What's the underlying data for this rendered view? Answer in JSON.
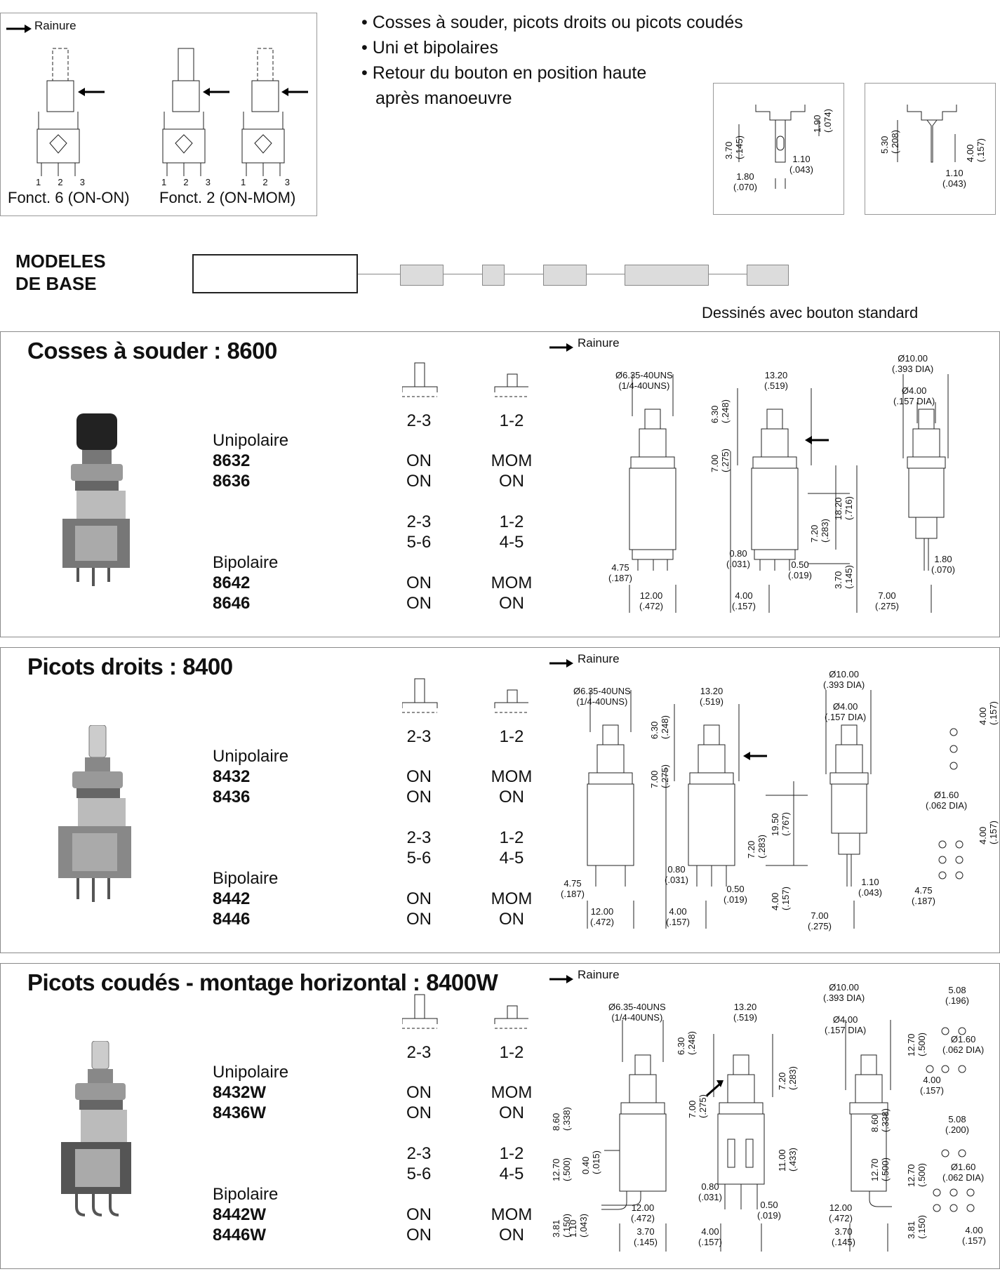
{
  "top": {
    "rainure_label": "Rainure",
    "fonct_labels": [
      "Fonct. 6 (ON-ON)",
      "Fonct. 2 (ON-MOM)"
    ],
    "pin_numbers": [
      "1",
      "2",
      "3"
    ],
    "bullets": [
      "Cosses à souder, picots droits ou picots coudés",
      "Uni et bipolaires",
      "Retour du bouton en position haute",
      "après manoeuvre"
    ],
    "detail_left": {
      "a": "3.70",
      "a2": "(.145)",
      "b": "1.90",
      "b2": "(.074)",
      "c": "1.10",
      "c2": "(.043)",
      "d": "1.80",
      "d2": "(.070)"
    },
    "detail_right": {
      "a": "5.30",
      "a2": "(.208)",
      "b": "4.00",
      "b2": "(.157)",
      "c": "1.10",
      "c2": "(.043)"
    }
  },
  "modeles": {
    "title_line1": "MODELES",
    "title_line2": "DE BASE",
    "note": "Dessinés avec bouton standard"
  },
  "sections": [
    {
      "title": "Cosses à souder : 8600",
      "rainure": "Rainure",
      "head1": [
        "2-3",
        "1-2"
      ],
      "uni_label": "Unipolaire",
      "uni_rows": [
        [
          "8632",
          "ON",
          "MOM"
        ],
        [
          "8636",
          "ON",
          "ON"
        ]
      ],
      "head2": [
        "2-3",
        "1-2"
      ],
      "head3": [
        "5-6",
        "4-5"
      ],
      "bi_label": "Bipolaire",
      "bi_rows": [
        [
          "8642",
          "ON",
          "MOM"
        ],
        [
          "8646",
          "ON",
          "ON"
        ]
      ]
    },
    {
      "title": "Picots droits : 8400",
      "rainure": "Rainure",
      "head1": [
        "2-3",
        "1-2"
      ],
      "uni_label": "Unipolaire",
      "uni_rows": [
        [
          "8432",
          "ON",
          "MOM"
        ],
        [
          "8436",
          "ON",
          "ON"
        ]
      ],
      "head2": [
        "2-3",
        "1-2"
      ],
      "head3": [
        "5-6",
        "4-5"
      ],
      "bi_label": "Bipolaire",
      "bi_rows": [
        [
          "8442",
          "ON",
          "MOM"
        ],
        [
          "8446",
          "ON",
          "ON"
        ]
      ]
    },
    {
      "title": "Picots coudés - montage horizontal : 8400W",
      "rainure": "Rainure",
      "head1": [
        "2-3",
        "1-2"
      ],
      "uni_label": "Unipolaire",
      "uni_rows": [
        [
          "8432W",
          "ON",
          "MOM"
        ],
        [
          "8436W",
          "ON",
          "ON"
        ]
      ],
      "head2": [
        "2-3",
        "1-2"
      ],
      "head3": [
        "5-6",
        "4-5"
      ],
      "bi_label": "Bipolaire",
      "bi_rows": [
        [
          "8442W",
          "ON",
          "MOM"
        ],
        [
          "8446W",
          "ON",
          "ON"
        ]
      ]
    }
  ],
  "dims": {
    "thread": "Ø6.35-40UNS",
    "thread2": "(1/4-40UNS)",
    "w1320": "13.20",
    "w1320b": "(.519)",
    "d10": "Ø10.00",
    "d10b": "(.393 DIA)",
    "d4": "Ø4.00",
    "d4b": "(.157 DIA)",
    "h630": "6.30",
    "h630b": "(.248)",
    "h700": "7.00",
    "h700b": "(.275)",
    "h1820": "18.20",
    "h1820b": "(.716)",
    "h1950": "19.50",
    "h1950b": "(.767)",
    "h720": "7.20",
    "h720b": "(.283)",
    "w080": "0.80",
    "w080b": "(.031)",
    "w050": "0.50",
    "w050b": "(.019)",
    "w475": "4.75",
    "w475b": "(.187)",
    "w1200": "12.00",
    "w1200b": "(.472)",
    "w400": "4.00",
    "w400b": "(.157)",
    "h370": "3.70",
    "h370b": "(.145)",
    "w700": "7.00",
    "w700b": "(.275)",
    "w180": "1.80",
    "w180b": "(.070)",
    "w110": "1.10",
    "w110b": "(.043)",
    "d160": "Ø1.60",
    "d160b": "(.062 DIA)",
    "h860": "8.60",
    "h860b": "(.338)",
    "h1270": "12.70",
    "h1270b": "(.500)",
    "h040": "0.40",
    "h040b": "(.015)",
    "h381": "3.81",
    "h381b": "(.150)",
    "h1100": "11.00",
    "h1100b": "(.433)",
    "w508": "5.08",
    "w508b": "(.196)",
    "w508c": "(.200)"
  }
}
